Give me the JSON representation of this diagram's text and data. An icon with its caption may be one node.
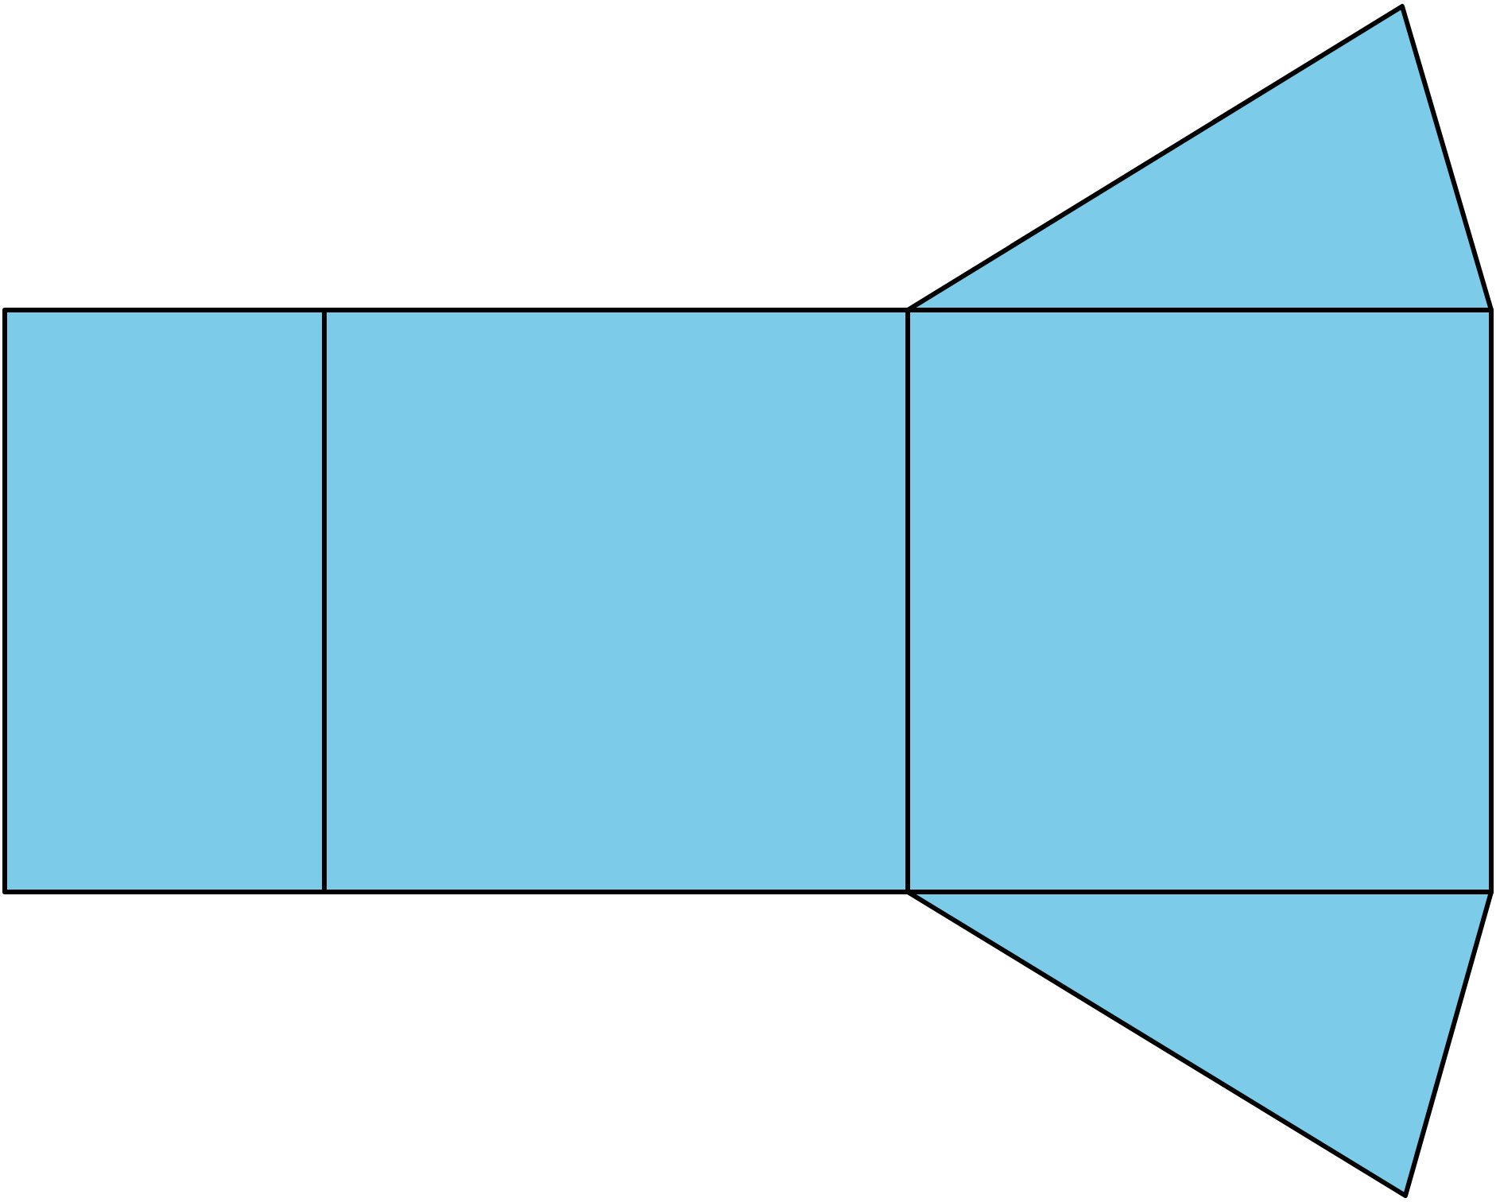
{
  "diagram": {
    "nodes": [
      {
        "text": [],
        "shape": "box"
      },
      {
        "text": [],
        "shape": "box"
      },
      {
        "text": [],
        "shape": "triangle"
      },
      {
        "text": [],
        "shape": "box"
      },
      {
        "text": [],
        "shape": "triangle"
      }
    ]
  }
}
